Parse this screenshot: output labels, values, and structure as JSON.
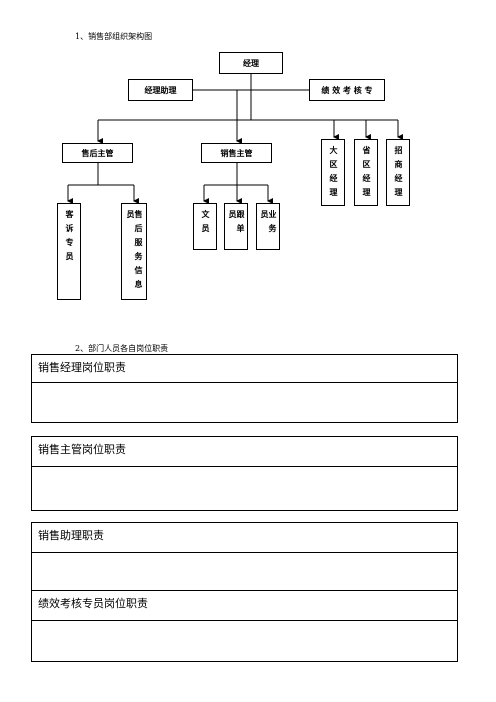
{
  "section1": {
    "heading": "1、销售部组织架构图"
  },
  "org": {
    "manager": "经理",
    "assistant": "经理助理",
    "performance": "绩 效 考 核 专",
    "after_sales_supervisor": "售后主管",
    "sales_supervisor": "销售主管",
    "region_manager": "大区经理",
    "province_manager": "省区经理",
    "recruit_manager": "招商经理",
    "complaint_staff": "客诉专员",
    "after_sales_info_staff": "售后服务信息员",
    "clerk": "文员",
    "follow_order_staff": "跟单员",
    "salesman": "业务员"
  },
  "section2": {
    "heading": "2、部门人员各自岗位职责"
  },
  "duties": {
    "sales_manager": "销售经理岗位职责",
    "sales_supervisor": "销售主管岗位职责",
    "sales_assistant": "销售助理职责",
    "performance_specialist": "绩效考核专员岗位职责"
  }
}
